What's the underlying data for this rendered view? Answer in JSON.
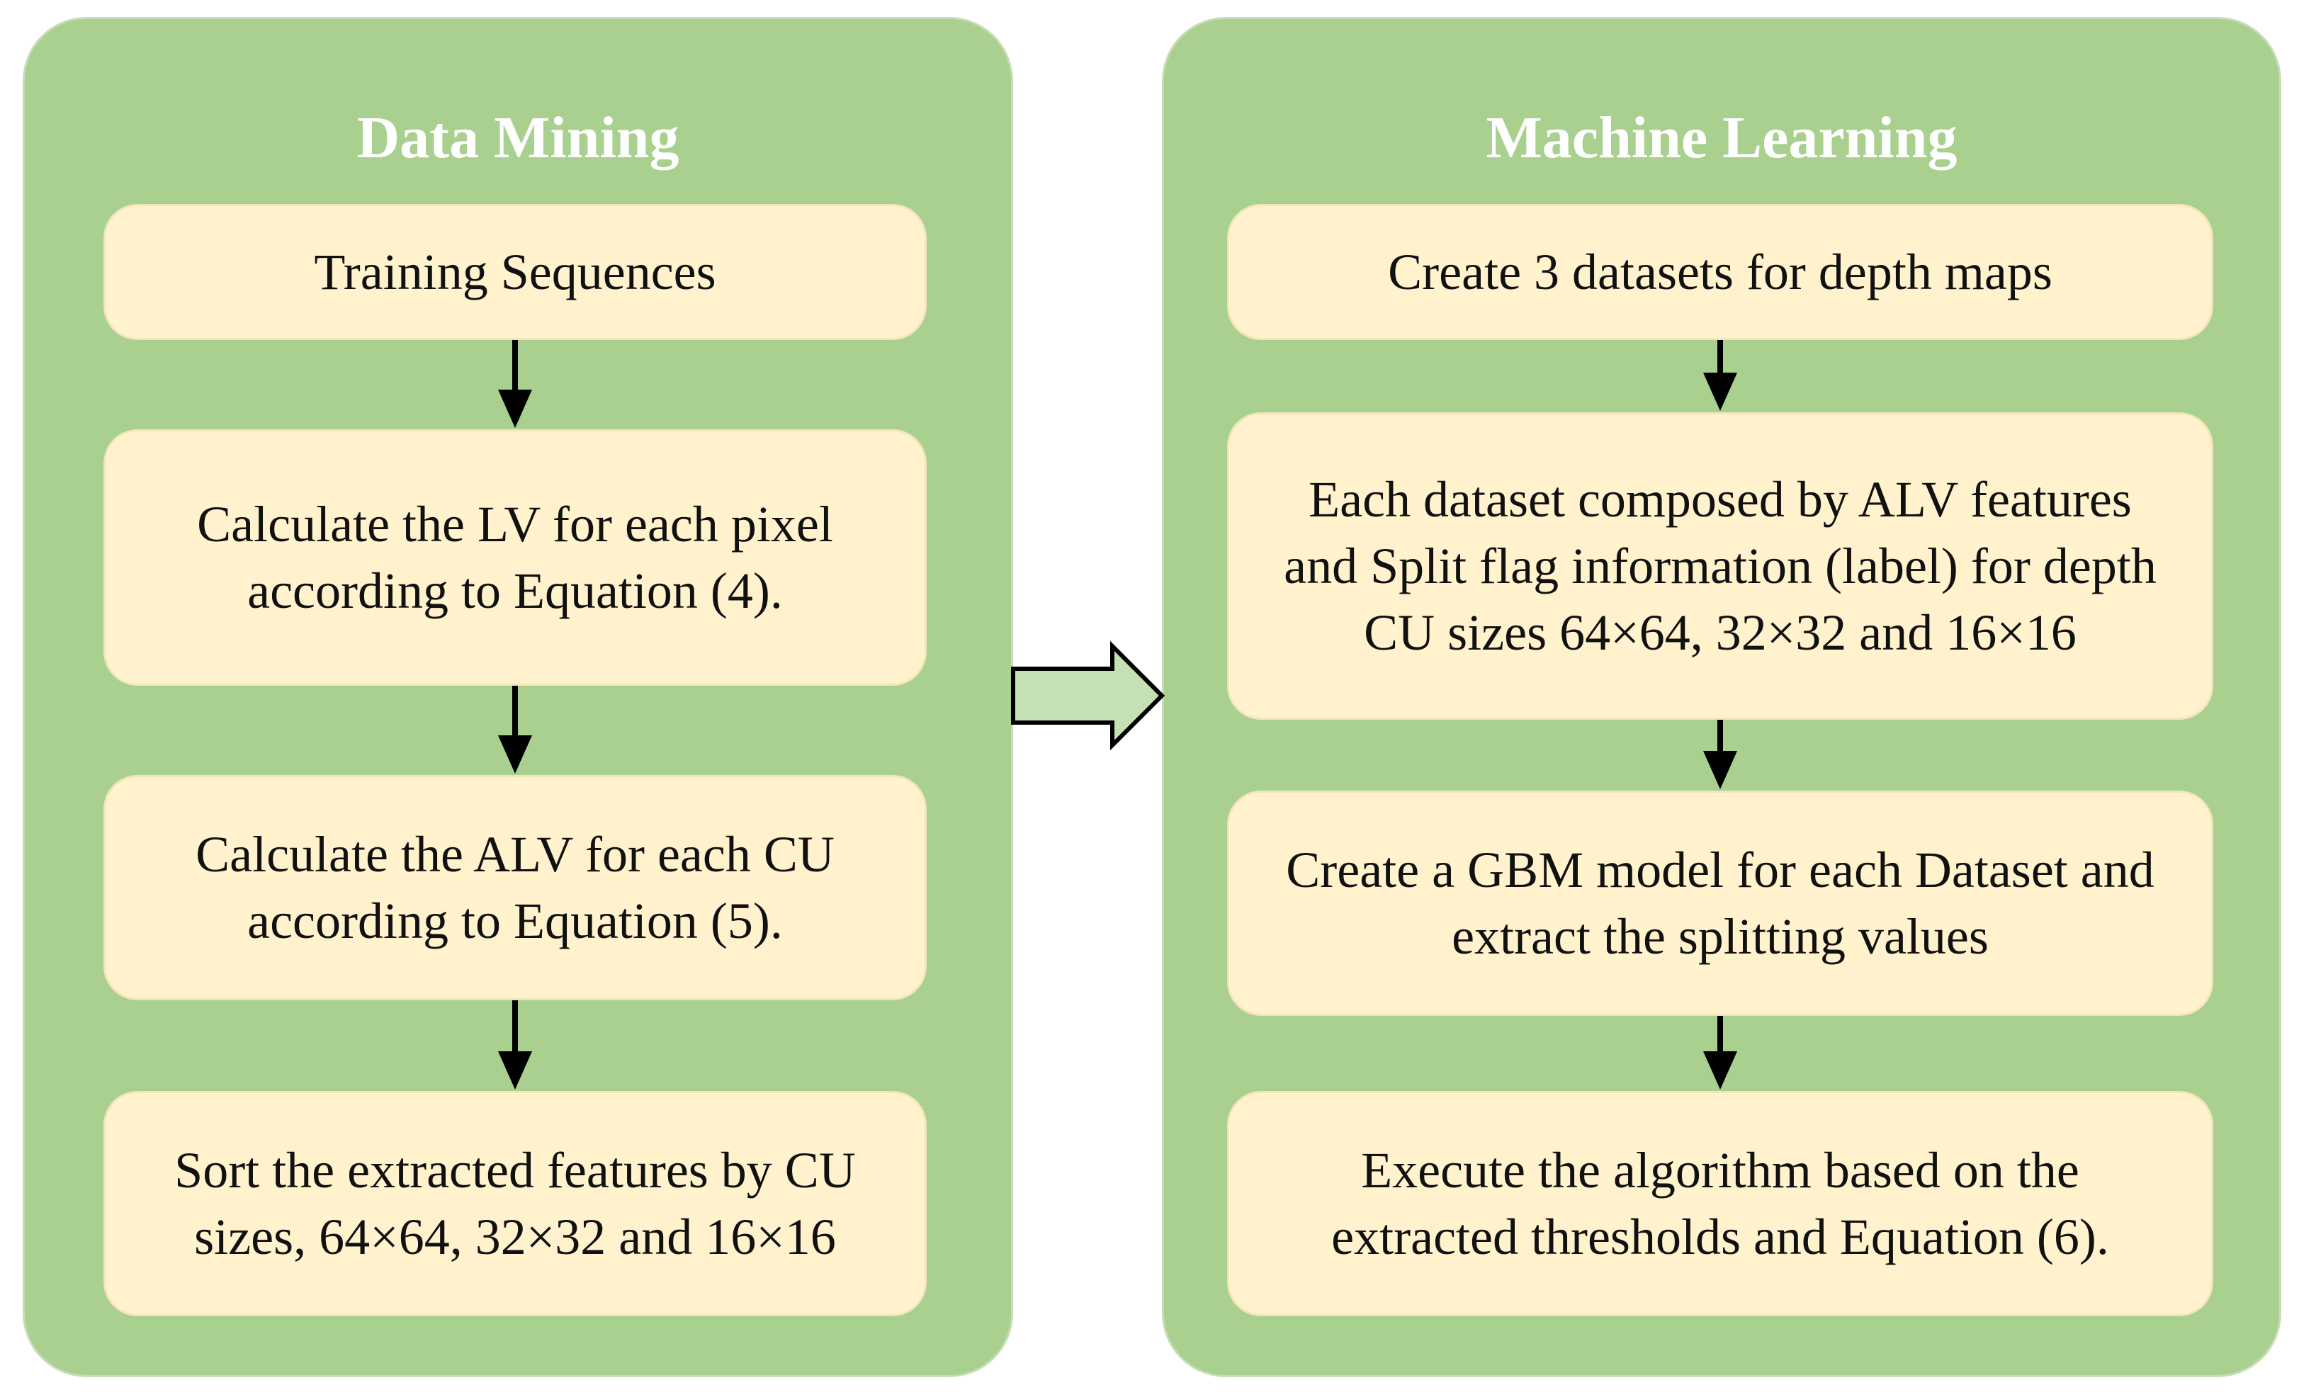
{
  "panels": [
    {
      "title": "Data Mining",
      "steps": [
        [
          "Training Sequences"
        ],
        [
          "Calculate the LV for each pixel",
          "according to Equation (4)."
        ],
        [
          "Calculate the ALV for each CU",
          "according to Equation (5)."
        ],
        [
          "Sort the extracted features by CU",
          "sizes, 64×64, 32×32 and 16×16"
        ]
      ]
    },
    {
      "title": "Machine Learning",
      "steps": [
        [
          "Create 3 datasets for depth maps"
        ],
        [
          "Each dataset composed by ALV features",
          "and Split flag information (label) for depth",
          "CU sizes 64×64, 32×32 and 16×16"
        ],
        [
          "Create a GBM model for each Dataset and",
          "extract the splitting values"
        ],
        [
          "Execute the algorithm based on the",
          "extracted thresholds and Equation (6)."
        ]
      ]
    }
  ],
  "colors": {
    "panel": "#a9d08e",
    "box": "#fff2cc",
    "connector_arrow": "#c5e0b4",
    "flow_arrow": "#000000"
  }
}
